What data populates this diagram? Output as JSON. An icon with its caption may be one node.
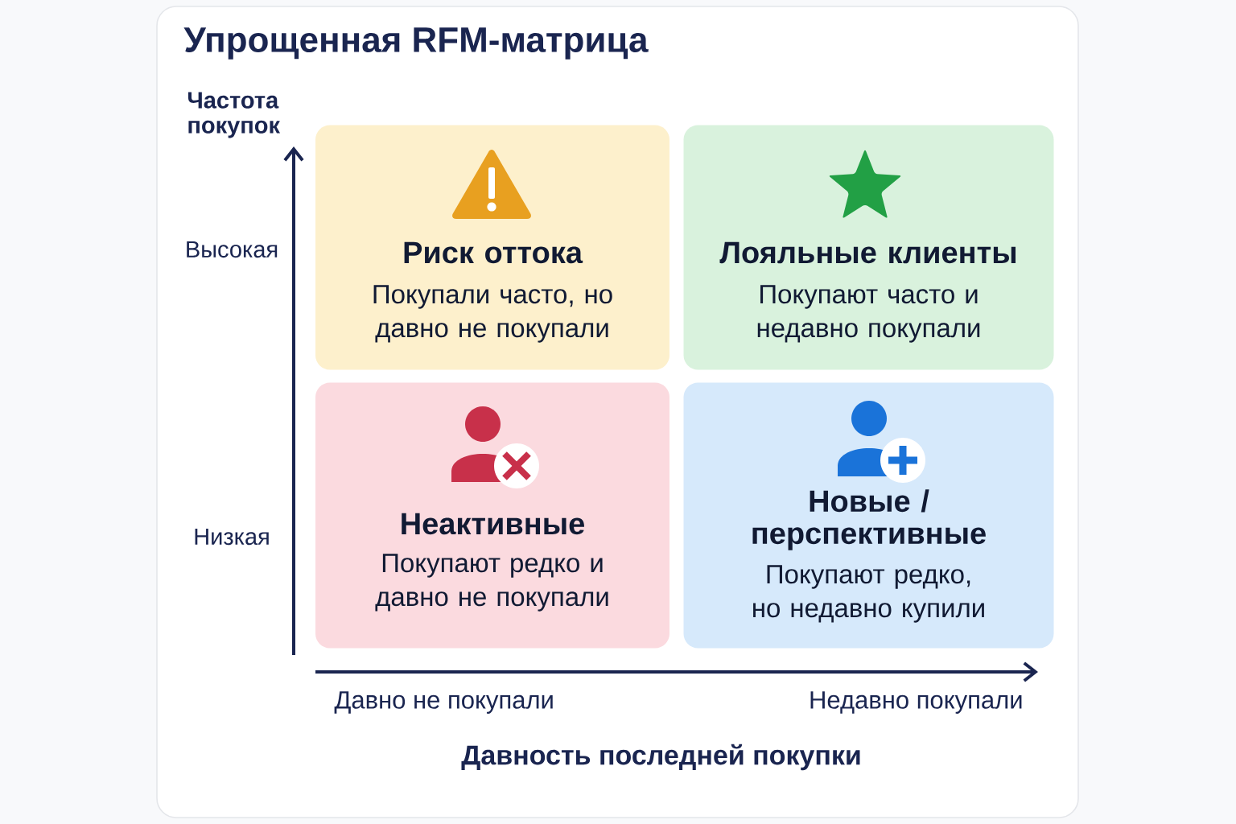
{
  "diagram": {
    "title": "Упрощенная RFM-матрица",
    "nodes": [
      {
        "text": [
          "Риск оттока",
          "Покупали часто, но давно не покупали"
        ]
      },
      {
        "text": [
          "Лояльные клиенты",
          "Покупают часто и недавно покупали"
        ]
      },
      {
        "text": [
          "Неактивные",
          "Покупают редко и давно не покупали"
        ]
      },
      {
        "text": [
          "Новые / перспективные",
          "Покупают редко, но недавно купили"
        ]
      }
    ],
    "labels": [
      "Частота покупок",
      "Высокая",
      "Низкая",
      "Давно не покупали",
      "Недавно покупали",
      "Давность последней покупки"
    ]
  }
}
